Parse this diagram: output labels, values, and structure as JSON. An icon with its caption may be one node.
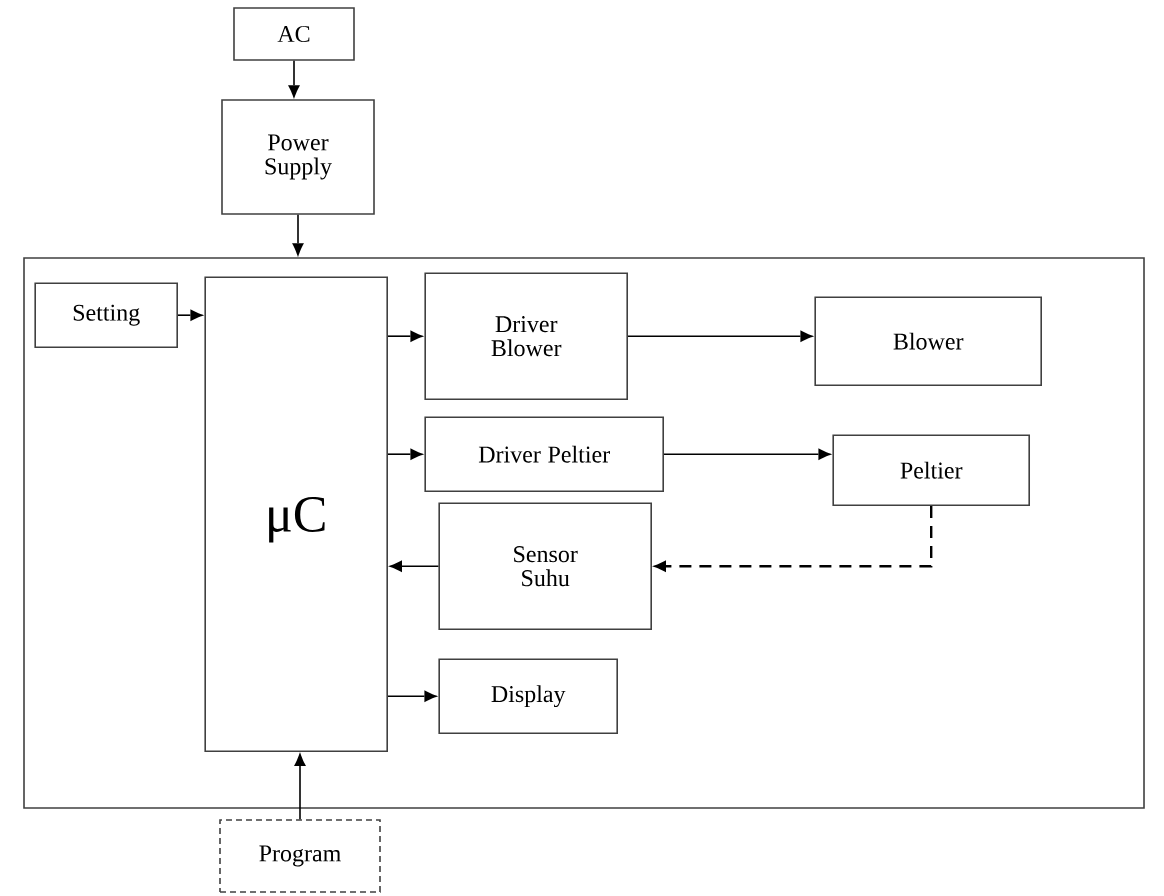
{
  "diagram": {
    "nodes": [
      {
        "text": [
          "AC"
        ]
      },
      {
        "text": [
          "Power Supply"
        ]
      },
      {
        "text": [],
        "shape": "box"
      },
      {
        "text": [
          "Setting"
        ],
        "in": 2
      },
      {
        "text": [
          "μC"
        ],
        "in": 2
      },
      {
        "text": [
          "Driver Blower"
        ],
        "in": 2
      },
      {
        "text": [
          "Blower"
        ],
        "in": 2
      },
      {
        "text": [
          "Driver Peltier"
        ],
        "in": 2
      },
      {
        "text": [
          "Peltier"
        ],
        "in": 2
      },
      {
        "text": [
          "Sensor Suhu"
        ],
        "in": 2
      },
      {
        "text": [
          "Display"
        ],
        "in": 2
      },
      {
        "text": [
          "Program"
        ]
      }
    ],
    "edges": [
      {
        "from": 0,
        "to": 1,
        "arrow": "to"
      },
      {
        "from": 1,
        "to": 2,
        "arrow": "to"
      },
      {
        "from": 3,
        "to": 4,
        "arrow": "to"
      },
      {
        "from": 4,
        "to": 5,
        "arrow": "to"
      },
      {
        "from": 5,
        "to": 6,
        "arrow": "to"
      },
      {
        "from": 4,
        "to": 7,
        "arrow": "to"
      },
      {
        "from": 7,
        "to": 8,
        "arrow": "to"
      },
      {
        "from": 9,
        "to": 4,
        "arrow": "to"
      },
      {
        "from": 8,
        "to": 9,
        "arrow": "to",
        "style": "dashed"
      },
      {
        "from": 4,
        "to": 10,
        "arrow": "to"
      },
      {
        "from": 11,
        "to": 4,
        "arrow": "to"
      }
    ]
  }
}
